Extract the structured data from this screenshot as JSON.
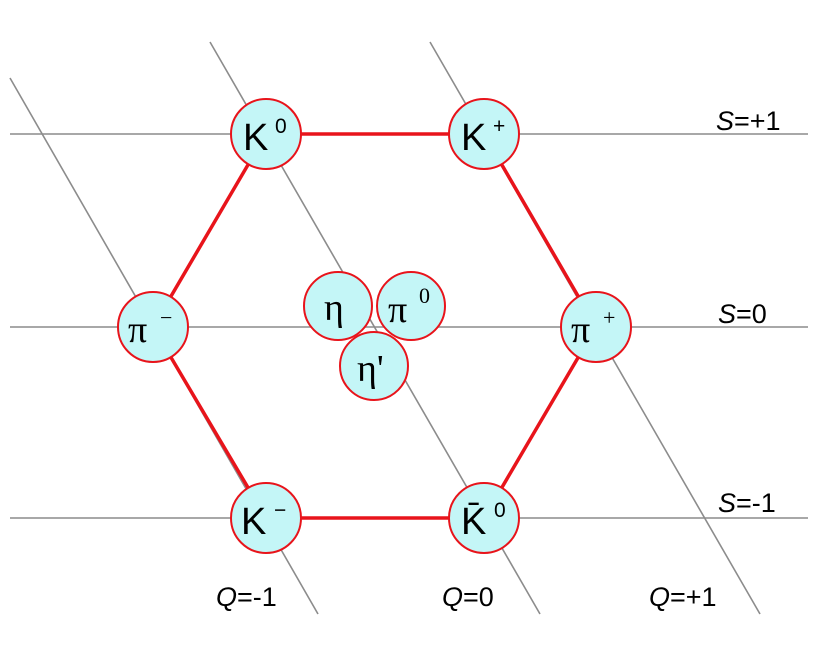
{
  "diagram": {
    "strangeness_labels": [
      {
        "var": "S",
        "val": "=+1"
      },
      {
        "var": "S",
        "val": "=0"
      },
      {
        "var": "S",
        "val": "=-1"
      }
    ],
    "charge_labels": [
      {
        "var": "Q",
        "val": "=-1"
      },
      {
        "var": "Q",
        "val": "=0"
      },
      {
        "var": "Q",
        "val": "=+1"
      }
    ],
    "particles": {
      "K0": {
        "name": "K",
        "sup": "0"
      },
      "Kplus": {
        "name": "K",
        "sup": "+"
      },
      "piminus": {
        "name": "π",
        "sup": "−"
      },
      "piplus": {
        "name": "π",
        "sup": "+"
      },
      "Kminus": {
        "name": "K",
        "sup": "−"
      },
      "K0bar": {
        "name": "K̄",
        "sup": "0"
      },
      "eta": {
        "name": "η",
        "sup": ""
      },
      "pi0": {
        "name": "π",
        "sup": "0"
      },
      "etaprime": {
        "name": "η'",
        "sup": ""
      }
    },
    "colors": {
      "hexagon": "#e8141b",
      "node_fill": "#c4f6f7",
      "node_stroke": "#e8141b",
      "grid": "#8c8c8c"
    }
  }
}
